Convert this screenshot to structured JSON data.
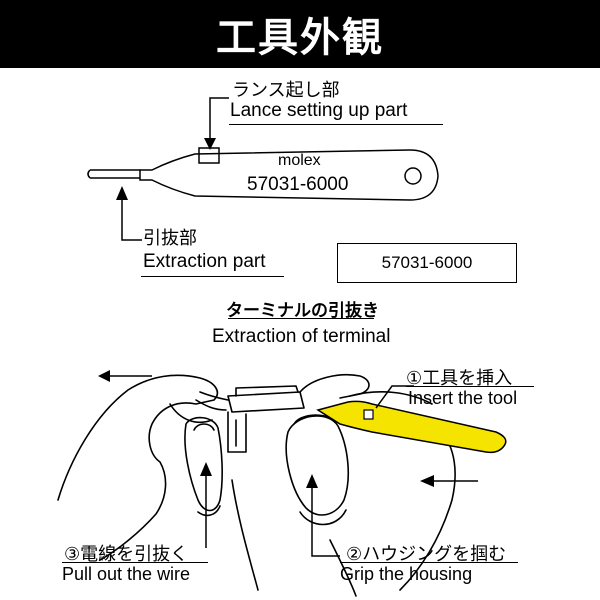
{
  "title": "工具外観",
  "lance": {
    "jp": "ランス起し部",
    "en": "Lance setting up part"
  },
  "tool": {
    "brand": "molex",
    "part_number": "57031-6000"
  },
  "extraction_part": {
    "jp": "引抜部",
    "en": "Extraction part"
  },
  "part_box": "57031-6000",
  "extraction_section": {
    "jp": "ターミナルの引抜き",
    "en": "Extraction of terminal"
  },
  "steps": [
    {
      "jp": "①工具を挿入",
      "en": "Insert the tool"
    },
    {
      "jp": "②ハウジングを掴む",
      "en": "Grip the housing"
    },
    {
      "jp": "③電線を引抜く",
      "en": "Pull out the wire"
    }
  ],
  "colors": {
    "tool_highlight": "#f5e400",
    "title_bg": "#000000",
    "title_fg": "#ffffff"
  }
}
